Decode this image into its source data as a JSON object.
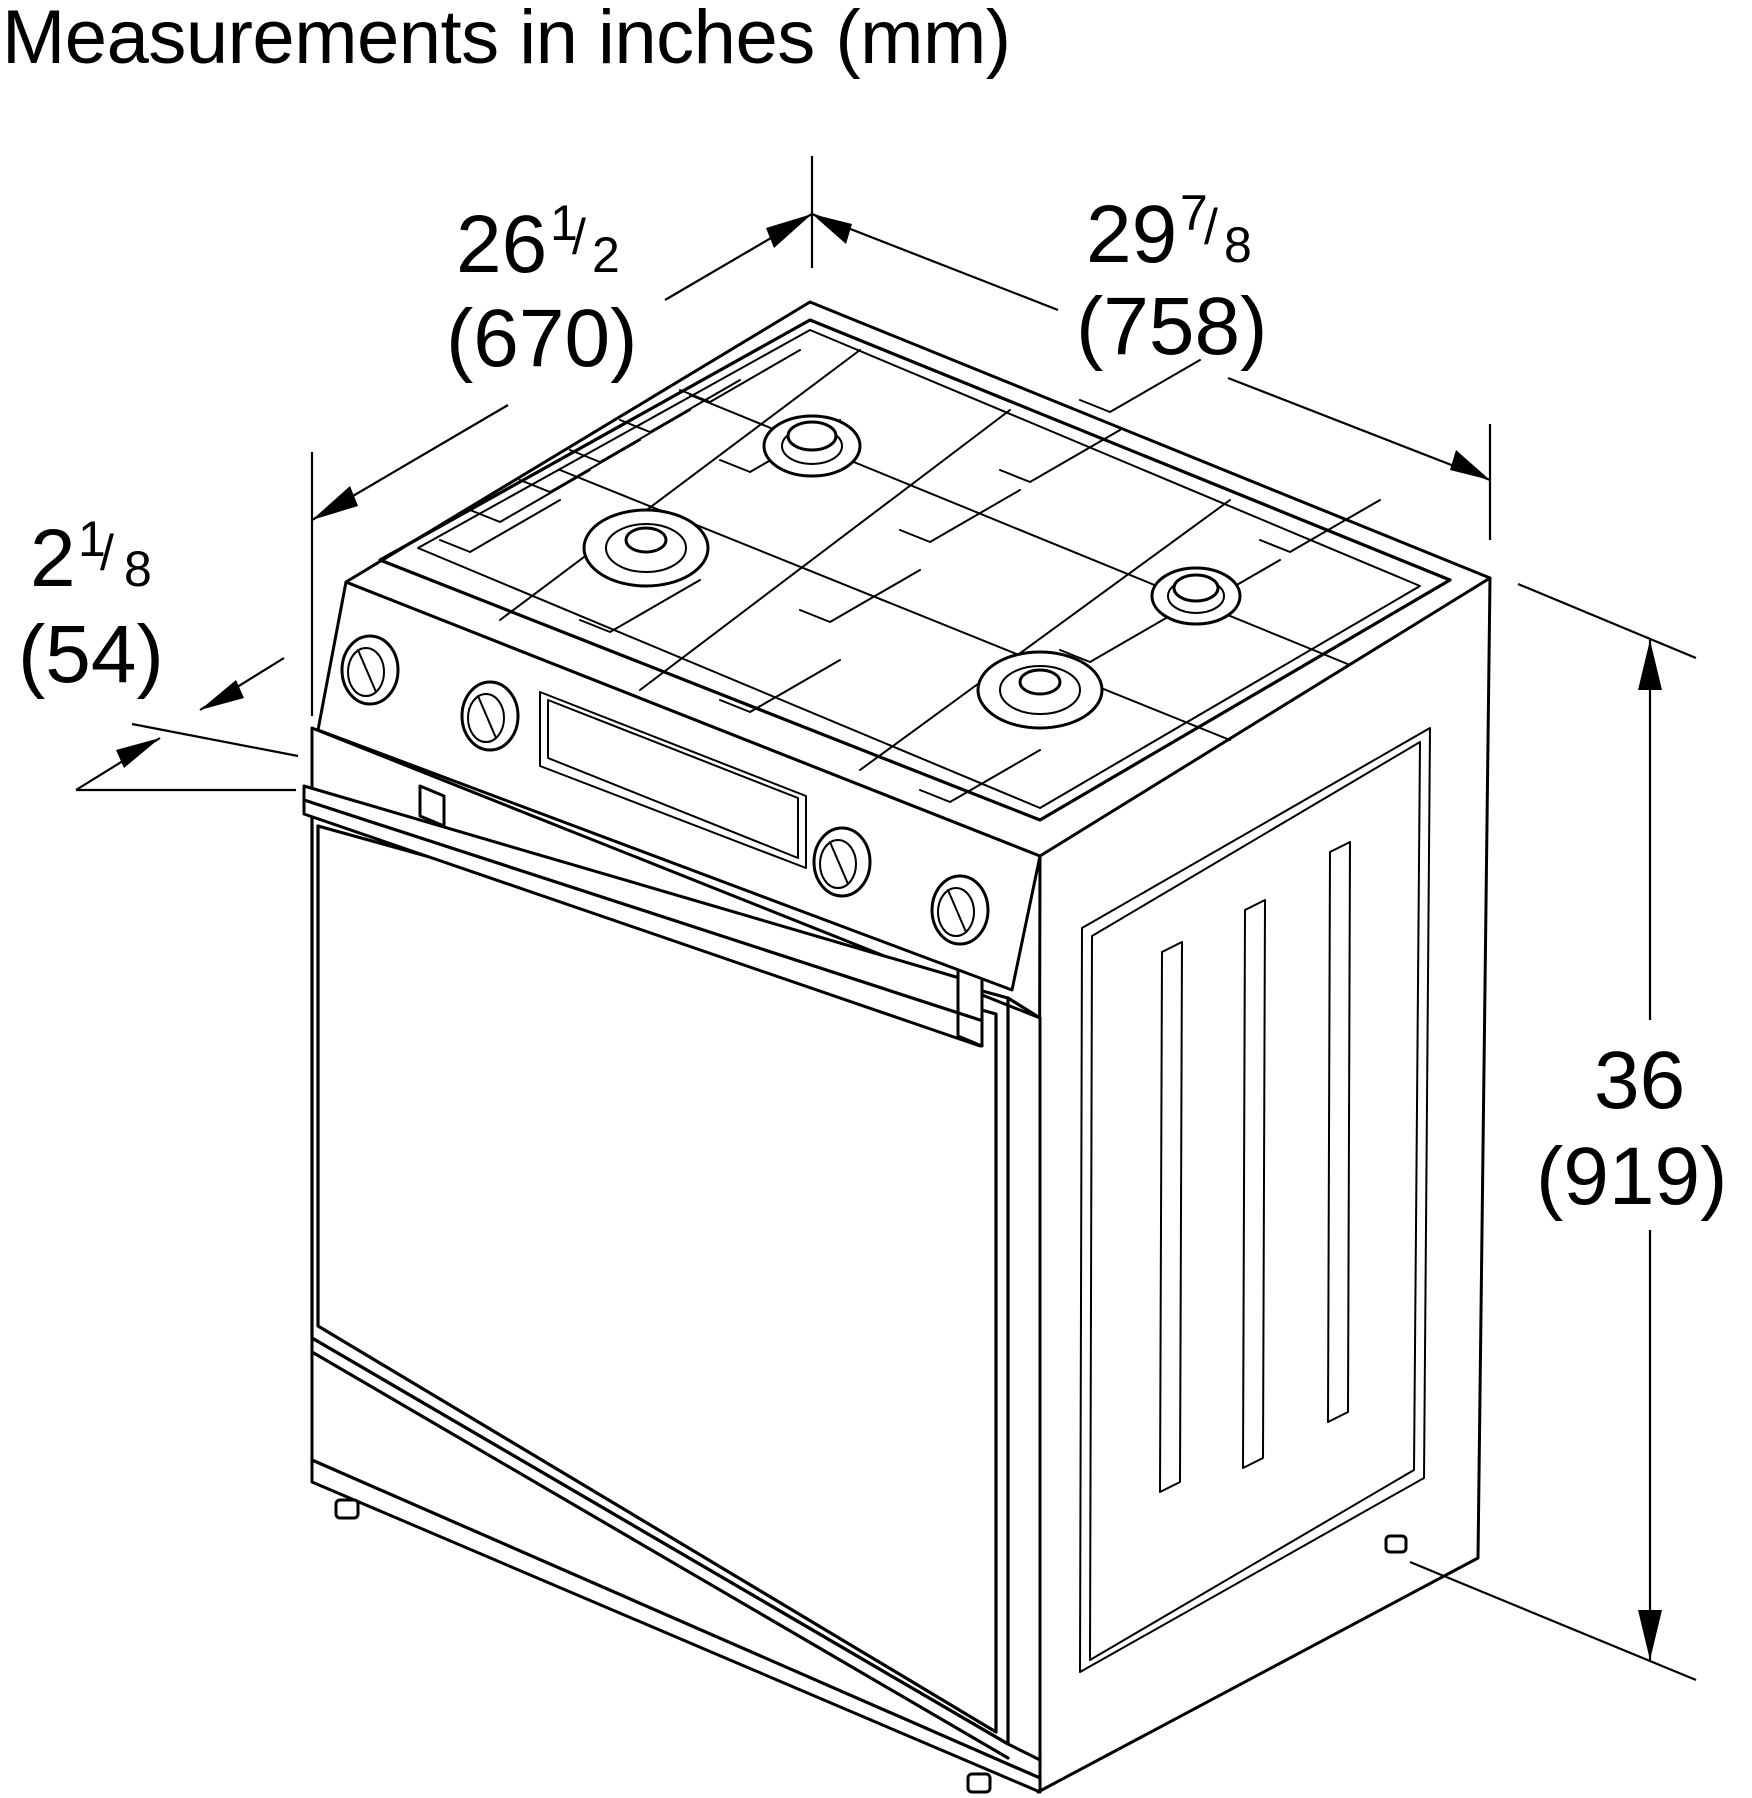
{
  "title": "Measurements in inches (mm)",
  "dimensions": {
    "depth": {
      "whole": "26",
      "num": "1",
      "den": "2",
      "mm": "(670)"
    },
    "width": {
      "whole": "29",
      "num": "7",
      "den": "8",
      "mm": "(758)"
    },
    "door_offset": {
      "whole": "2",
      "num": "1",
      "den": "8",
      "mm": "(54)"
    },
    "height": {
      "whole": "36",
      "mm": "(919)"
    }
  },
  "illustration": "gas-range-icon"
}
